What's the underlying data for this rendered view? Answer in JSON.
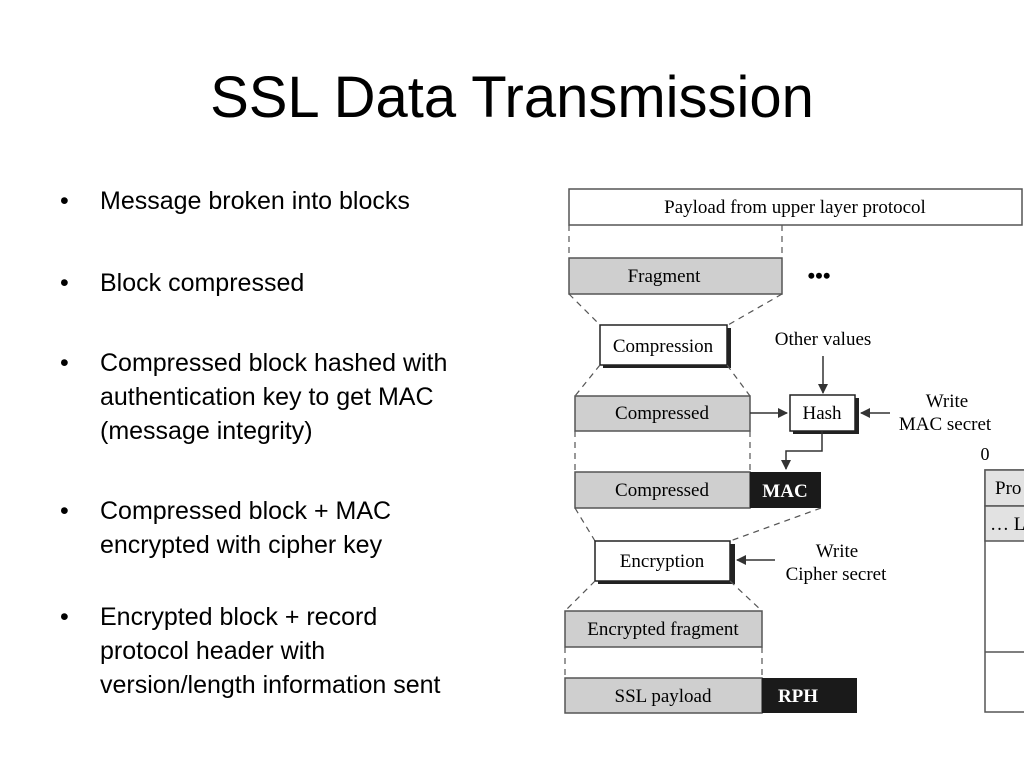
{
  "slide": {
    "title": "SSL Data Transmission",
    "bullet_glyph": "•",
    "bullets": [
      {
        "lines": [
          "Message broken into blocks"
        ]
      },
      {
        "lines": [
          "Block compressed"
        ]
      },
      {
        "lines": [
          "Compressed block hashed with",
          "authentication key to get MAC",
          "(message integrity)"
        ]
      },
      {
        "lines": [
          "Compressed block + MAC",
          "encrypted with cipher key"
        ]
      },
      {
        "lines": [
          "Encrypted block + record",
          "protocol header with",
          "version/length information sent"
        ]
      }
    ]
  },
  "diagram": {
    "payload_label": "Payload from upper layer protocol",
    "fragment_label": "Fragment",
    "ellipsis": "•••",
    "compression_label": "Compression",
    "other_values_label": "Other values",
    "compressed_label": "Compressed",
    "hash_label": "Hash",
    "write_mac_line1": "Write",
    "write_mac_line2": "MAC secret",
    "compressed_mac_label": "Compressed",
    "mac_label": "MAC",
    "zero_label": "0",
    "encryption_label": "Encryption",
    "write_cipher_line1": "Write",
    "write_cipher_line2": "Cipher secret",
    "encrypted_fragment_label": "Encrypted fragment",
    "ssl_payload_label": "SSL payload",
    "rph_label": "RPH",
    "header_row1": "Pro",
    "header_row2": "… L"
  },
  "colors": {
    "box_gray": "#cfcfcf",
    "dark_box": "#1a1a1a",
    "line": "#333333"
  }
}
